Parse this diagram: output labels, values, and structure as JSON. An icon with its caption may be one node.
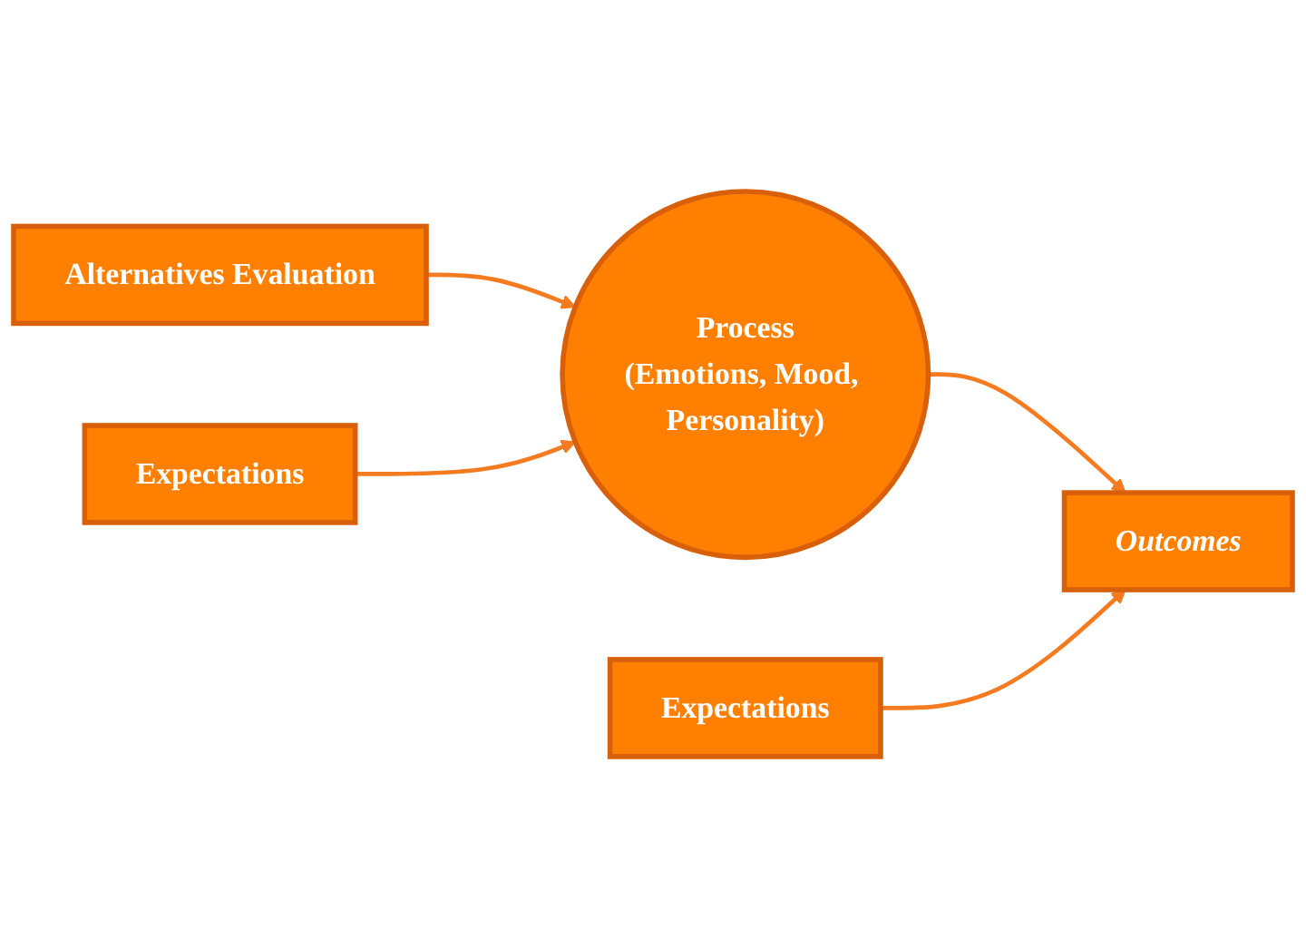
{
  "diagram": {
    "nodes": [
      {
        "text": [
          "Alternatives Evaluation"
        ]
      },
      {
        "text": [
          "Process",
          "(Emotions, Mood, Personality)"
        ]
      },
      {
        "text": [
          "Outcomes"
        ]
      },
      {
        "text": [
          "Expectations"
        ]
      },
      {
        "text": [
          "Expectations"
        ]
      }
    ],
    "edges": [
      {
        "from": 0,
        "to": 1,
        "arrow": "to"
      },
      {
        "from": 1,
        "to": 2,
        "arrow": "to"
      },
      {
        "from": 3,
        "to": 1,
        "arrow": "to"
      },
      {
        "from": 4,
        "to": 2,
        "arrow": "to"
      }
    ]
  }
}
